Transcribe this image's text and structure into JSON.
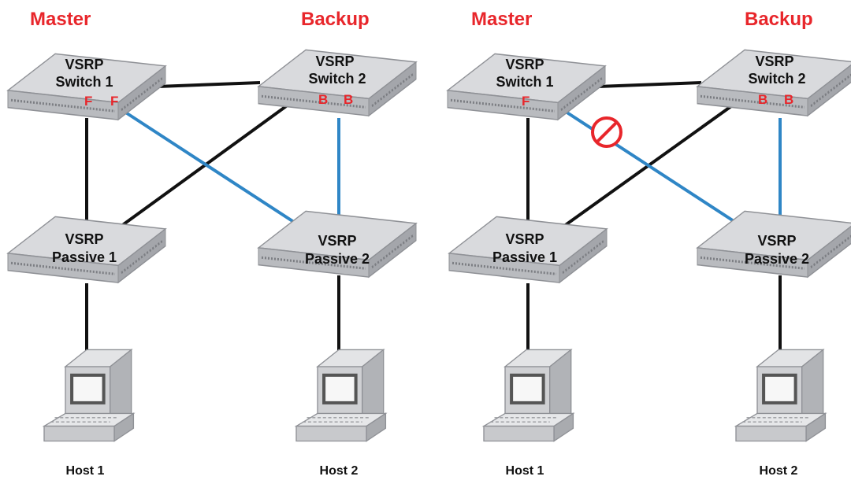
{
  "colors": {
    "role": "#e8262b",
    "port": "#e8262b",
    "link_black": "#111111",
    "link_blue": "#2f86c6",
    "block": "#e8262b",
    "switch_top": "#d9dadd",
    "switch_side": "#a9abb0"
  },
  "left": {
    "master": "Master",
    "backup": "Backup",
    "switch1": {
      "line1": "VSRP",
      "line2": "Switch 1",
      "ports": [
        "F",
        "F"
      ]
    },
    "switch2": {
      "line1": "VSRP",
      "line2": "Switch 2",
      "ports": [
        "B",
        "B"
      ]
    },
    "passive1": {
      "line1": "VSRP",
      "line2": "Passive 1"
    },
    "passive2": {
      "line1": "VSRP",
      "line2": "Passive 2"
    },
    "host1": "Host 1",
    "host2": "Host 2"
  },
  "right": {
    "master": "Master",
    "backup": "Backup",
    "switch1": {
      "line1": "VSRP",
      "line2": "Switch 1",
      "ports": [
        "F"
      ]
    },
    "switch2": {
      "line1": "VSRP",
      "line2": "Switch 2",
      "ports": [
        "B",
        "B"
      ]
    },
    "passive1": {
      "line1": "VSRP",
      "line2": "Passive 1"
    },
    "passive2": {
      "line1": "VSRP",
      "line2": "Passive 2"
    },
    "host1": "Host 1",
    "host2": "Host 2",
    "blocked_link_icon": "no-entry-icon"
  }
}
